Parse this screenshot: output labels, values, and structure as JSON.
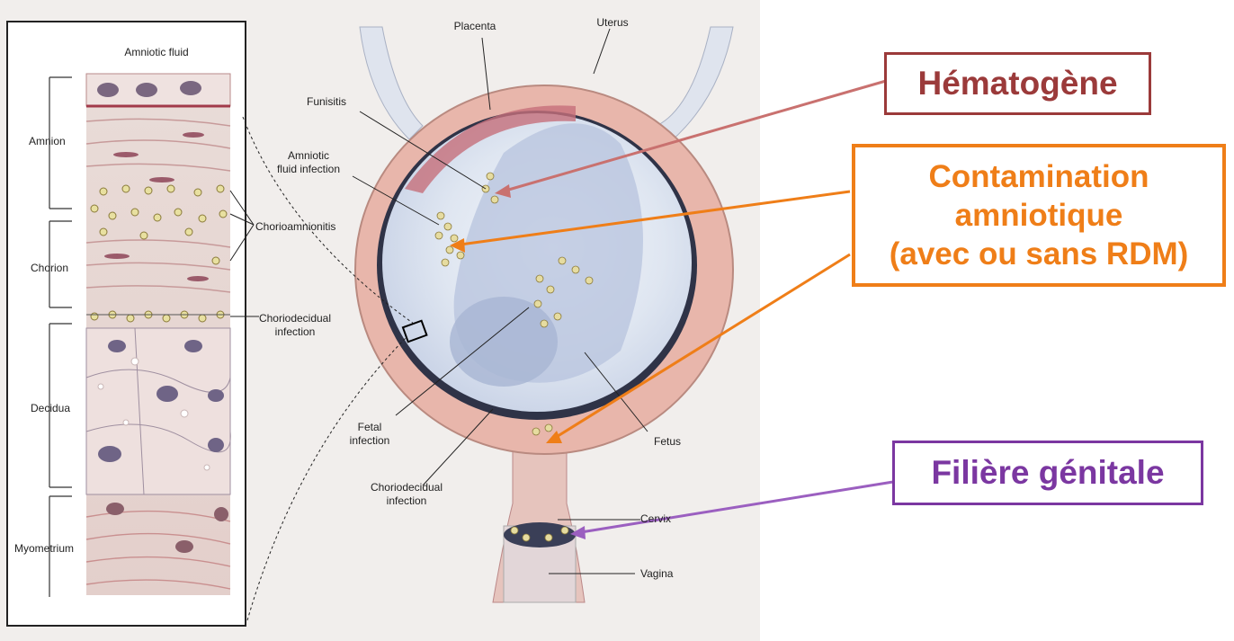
{
  "illustration": {
    "column_header": "Amniotic fluid",
    "layer_labels": [
      "Amnion",
      "Chorion",
      "Decidua",
      "Myometrium"
    ],
    "callouts": {
      "chorioamnionitis": "Chorioamnionitis",
      "choriodecidual_1": "Choriodecidual",
      "choriodecidual_2": "infection",
      "placenta": "Placenta",
      "uterus": "Uterus",
      "funisitis": "Funisitis",
      "amniotic_fluid_1": "Amniotic",
      "amniotic_fluid_2": "fluid infection",
      "fetal_1": "Fetal",
      "fetal_2": "infection",
      "choriodecidual_low_1": "Choriodecidual",
      "choriodecidual_low_2": "infection",
      "fetus": "Fetus",
      "cervix": "Cervix",
      "vagina": "Vagina"
    }
  },
  "annotations": {
    "hematogene": "Hématogène",
    "contamination_1": "Contamination",
    "contamination_2": "amniotique",
    "contamination_3": "(avec ou sans RDM)",
    "filiere": "Filière génitale"
  },
  "colors": {
    "hematogene": "#9b3a3a",
    "contamination": "#ef7e18",
    "filiere": "#7b37a1"
  }
}
